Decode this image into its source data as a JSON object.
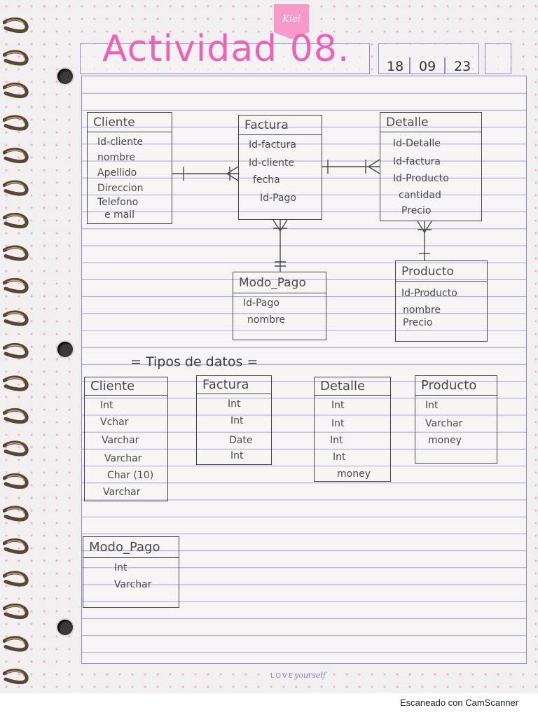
{
  "title": "Actividad 08.",
  "badge": "Kiel",
  "date": {
    "day": "18",
    "month": "09",
    "year": "23"
  },
  "er_tables": [
    {
      "id": "cliente",
      "name": "Cliente",
      "fields": [
        "Id-cliente",
        "nombre",
        "Apellido",
        "Direccion",
        "Telefono",
        "e mail"
      ]
    },
    {
      "id": "factura",
      "name": "Factura",
      "fields": [
        "Id-factura",
        "Id-cliente",
        "fecha",
        "Id-Pago"
      ]
    },
    {
      "id": "detalle",
      "name": "Detalle",
      "fields": [
        "Id-Detalle",
        "Id-factura",
        "Id-Producto",
        "cantidad",
        "Precio"
      ]
    },
    {
      "id": "modo_pago",
      "name": "Modo_Pago",
      "fields": [
        "Id-Pago",
        "nombre"
      ]
    },
    {
      "id": "producto",
      "name": "Producto",
      "fields": [
        "Id-Producto",
        "nombre",
        "Precio"
      ]
    }
  ],
  "types_section_title": "= Tipos de datos =",
  "type_tables": [
    {
      "id": "cliente",
      "name": "Cliente",
      "types": [
        "Int",
        "Vchar",
        "Varchar",
        "Varchar",
        "Char (10)",
        "Varchar"
      ]
    },
    {
      "id": "factura",
      "name": "Factura",
      "types": [
        "Int",
        "Int",
        "Date",
        "Int"
      ]
    },
    {
      "id": "detalle",
      "name": "Detalle",
      "types": [
        "Int",
        "Int",
        "Int",
        "Int",
        "money"
      ]
    },
    {
      "id": "producto",
      "name": "Producto",
      "types": [
        "Int",
        "Varchar",
        "money"
      ]
    },
    {
      "id": "modo_pago",
      "name": "Modo_Pago",
      "types": [
        "Int",
        "Varchar"
      ]
    }
  ],
  "relationships": [
    {
      "from": "cliente",
      "to": "factura",
      "from_end": "one",
      "to_end": "many"
    },
    {
      "from": "factura",
      "to": "detalle",
      "from_end": "one",
      "to_end": "many"
    },
    {
      "from": "factura",
      "to": "modo_pago",
      "from_end": "many",
      "to_end": "one"
    },
    {
      "from": "detalle",
      "to": "producto",
      "from_end": "many",
      "to_end": "one"
    }
  ],
  "footer_brand": {
    "prefix": "LOVE",
    "suffix": "yourself"
  },
  "scanner_caption": "Escaneado con CamScanner"
}
